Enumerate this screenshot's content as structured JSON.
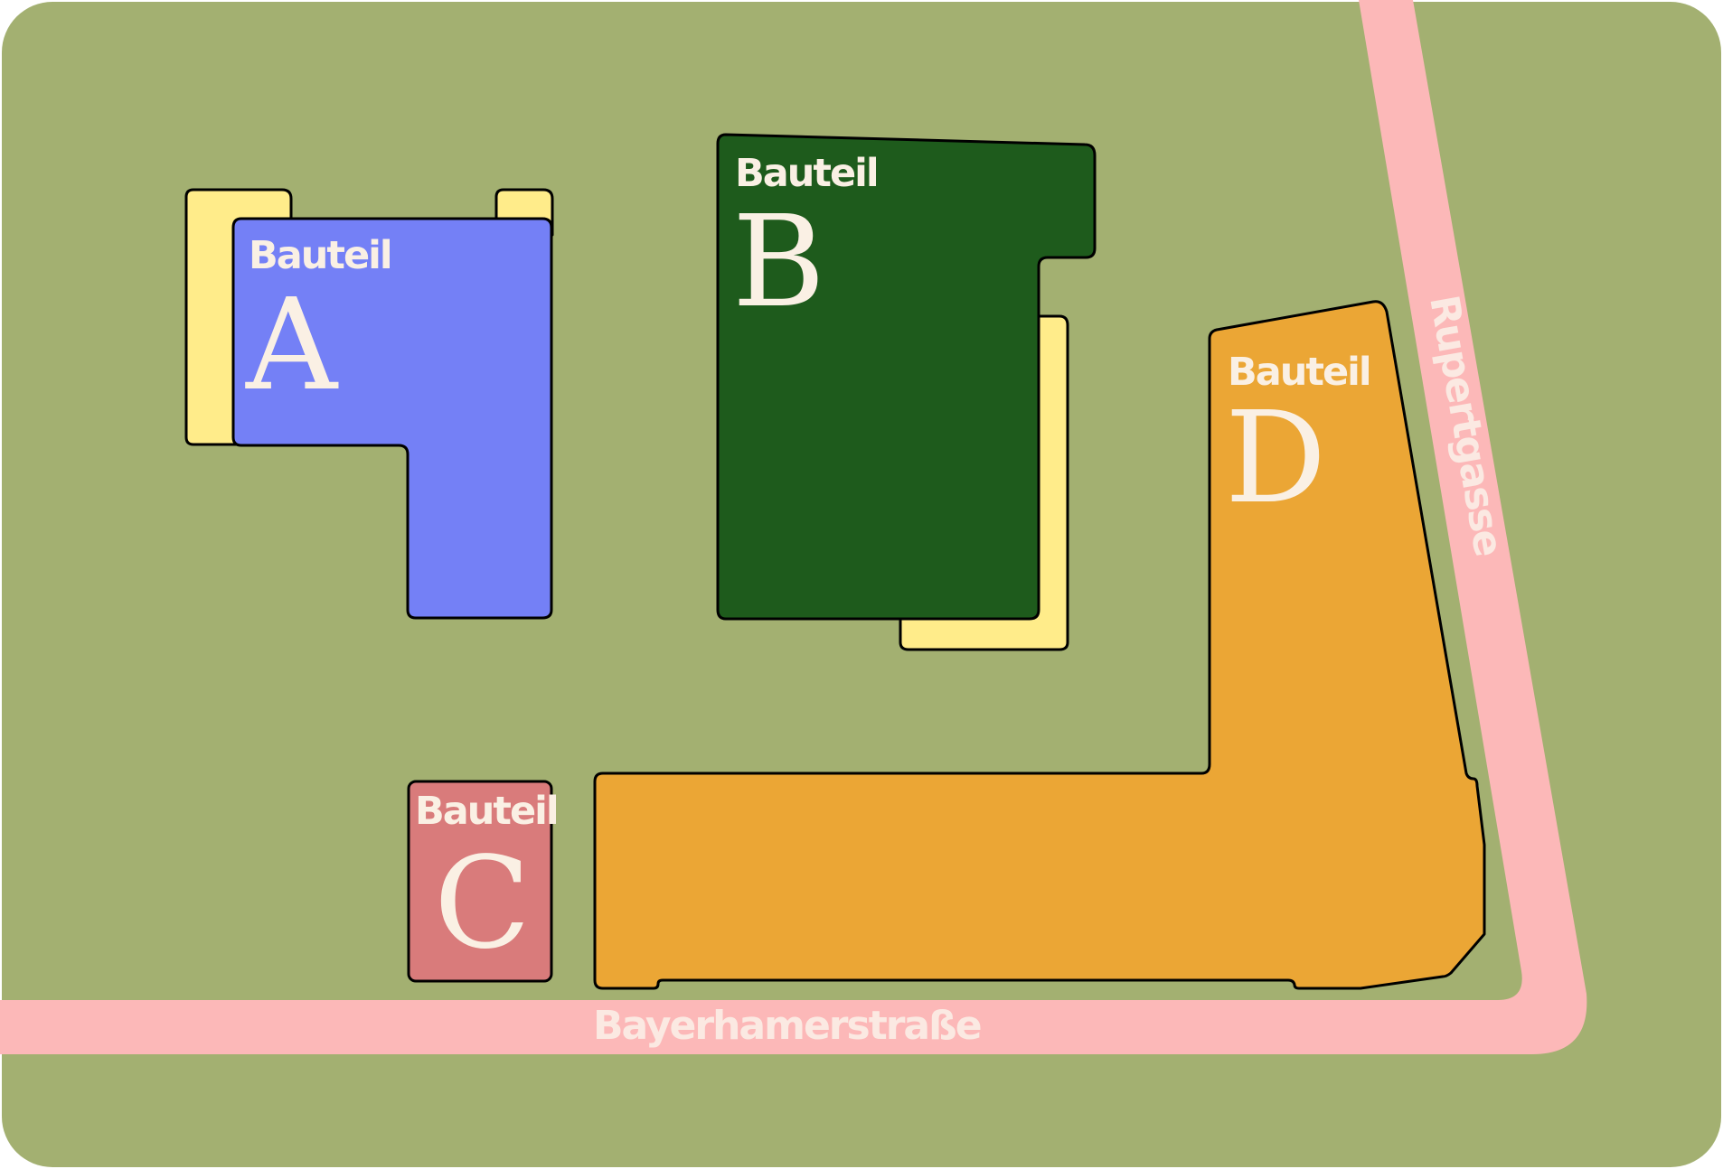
{
  "map": {
    "colors": {
      "ground": "#a3b071",
      "street": "#fcb8b8",
      "street_text": "#fbe9e2",
      "annex": "#ffec8a",
      "label_text": "#faf0e4"
    },
    "buildings": [
      {
        "id": "a",
        "word": "Bauteil",
        "letter": "A",
        "color": "#7480f6"
      },
      {
        "id": "b",
        "word": "Bauteil",
        "letter": "B",
        "color": "#1e5b1c"
      },
      {
        "id": "c",
        "word": "Bauteil",
        "letter": "C",
        "color": "#d97b7b"
      },
      {
        "id": "d",
        "word": "Bauteil",
        "letter": "D",
        "color": "#eba635"
      }
    ],
    "streets": [
      {
        "id": "bayerhamerstrasse",
        "name": "Bayerhamerstraße"
      },
      {
        "id": "rupertgasse",
        "name": "Rupertgasse"
      }
    ]
  }
}
